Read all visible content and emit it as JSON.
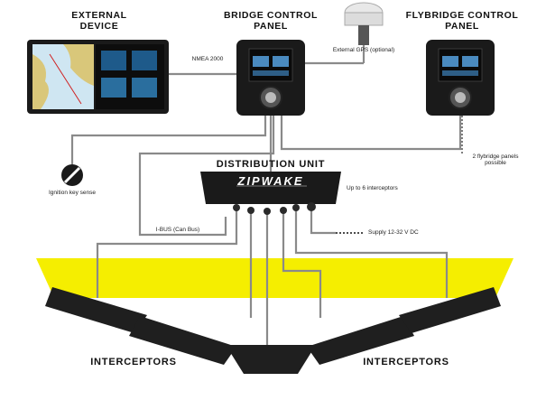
{
  "labels": {
    "external_device": "EXTERNAL DEVICE",
    "bridge_panel": "BRIDGE CONTROL PANEL",
    "flybridge_panel": "FLYBRIDGE CONTROL PANEL",
    "nmea": "NMEA 2000",
    "external_gps": "External GPS (optional)",
    "flybridge_note": "2 flybridge panels possible",
    "distribution_unit": "DISTRIBUTION UNIT",
    "ignition": "Ignition key sense",
    "up_to": "Up to 6 interceptors",
    "ibus": "I-BUS (Can Bus)",
    "supply": "Supply 12-32 V DC",
    "interceptors_left": "INTERCEPTORS",
    "interceptors_right": "INTERCEPTORS",
    "brand": "ZIPWAKE"
  },
  "colors": {
    "hull_yellow": "#f5ee00",
    "device_dark": "#1a1a1a",
    "cable_grey": "#8a8a8a"
  }
}
